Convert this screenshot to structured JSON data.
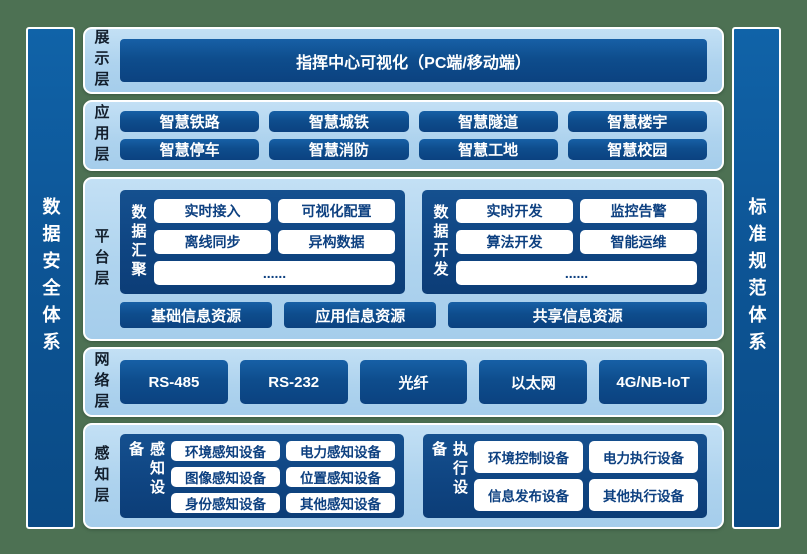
{
  "colors": {
    "background_green": "#4d7153",
    "panel_light_blue": "#aed3ee",
    "box_dark_blue": "#0e4d8d",
    "sidebar_blue": "#0d5596",
    "chip_text_blue": "#0d4080",
    "border_white": "#ffffff"
  },
  "side_bars": {
    "left": "数据安全体系",
    "right": "标准规范体系"
  },
  "layers": {
    "presentation": {
      "label": "展示层",
      "title": "指挥中心可视化（PC端/移动端）"
    },
    "application": {
      "label": "应用层",
      "items": [
        "智慧铁路",
        "智慧城铁",
        "智慧隧道",
        "智慧楼宇",
        "智慧停车",
        "智慧消防",
        "智慧工地",
        "智慧校园"
      ]
    },
    "platform": {
      "label": "平台层",
      "groups": [
        {
          "label": "数据汇聚",
          "chips": [
            "实时接入",
            "可视化配置",
            "离线同步",
            "异构数据"
          ],
          "more": "......"
        },
        {
          "label": "数据开发",
          "chips": [
            "实时开发",
            "监控告警",
            "算法开发",
            "智能运维"
          ],
          "more": "......"
        }
      ],
      "resources": [
        "基础信息资源",
        "应用信息资源",
        "共享信息资源"
      ]
    },
    "network": {
      "label": "网络层",
      "items": [
        "RS-485",
        "RS-232",
        "光纤",
        "以太网",
        "4G/NB-IoT"
      ]
    },
    "perception": {
      "label": "感知层",
      "groups": [
        {
          "label": "感知设备",
          "chips": [
            "环境感知设备",
            "电力感知设备",
            "图像感知设备",
            "位置感知设备",
            "身份感知设备",
            "其他感知设备"
          ]
        },
        {
          "label": "执行设备",
          "chips": [
            "环境控制设备",
            "电力执行设备",
            "信息发布设备",
            "其他执行设备"
          ]
        }
      ]
    }
  }
}
